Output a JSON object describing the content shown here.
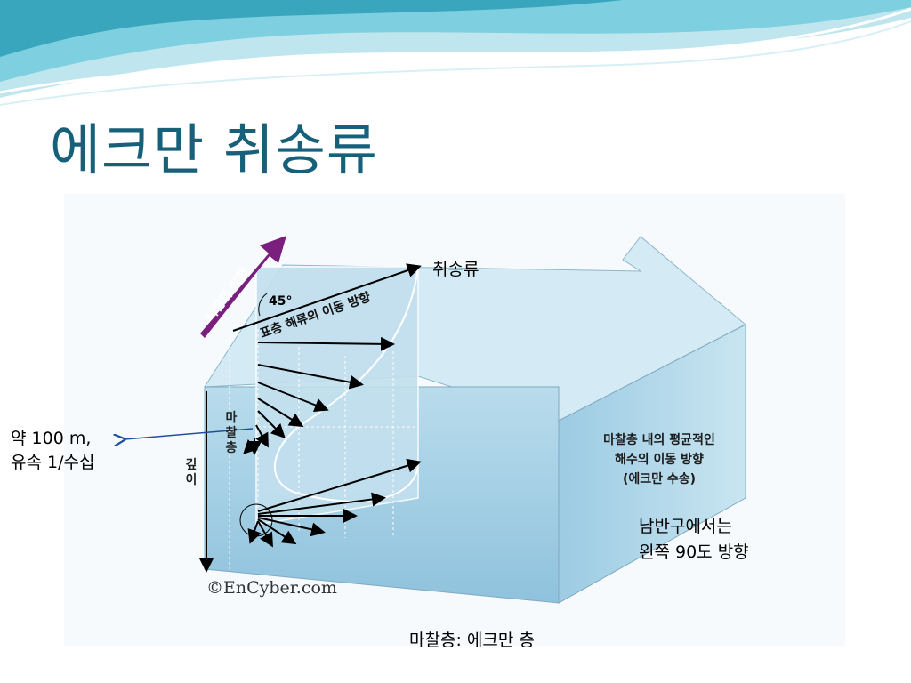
{
  "slide": {
    "title": "에크만 취송류"
  },
  "diagram": {
    "wind_direction_label": "바람의 방향",
    "angle_label": "45°",
    "surface_current_label": "표층 해류의 이동 방향",
    "friction_layer_label": "마찰층",
    "depth_label": "깊이",
    "side_label_lines": [
      "마찰층 내의 평균적인",
      "해수의 이동 방향",
      "(에크만 수송)"
    ],
    "credit": "©EnCyber.com"
  },
  "annotations": {
    "drift_current": "취송류",
    "depth_note_line1": "약 100 m,",
    "depth_note_line2": "유속 1/수십",
    "southern_note_line1": "남반구에서는",
    "southern_note_line2": "왼쪽 90도 방향",
    "ekman_layer_note": "마찰층: 에크만 층"
  },
  "colors": {
    "title": "#17607a",
    "wave_light": "#bfe6ee",
    "wave_teal": "#3aa6bd",
    "box_top": "#cfe7f2",
    "box_front": "#a9d0e6",
    "wind_arrow": "#7a1f7d",
    "pointer": "#1f4fa0"
  }
}
